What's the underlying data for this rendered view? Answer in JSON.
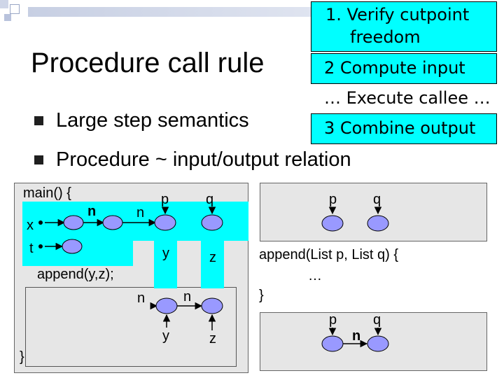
{
  "title": "Procedure call rule",
  "bullets": [
    "Large step semantics",
    "Procedure ~ input/output relation"
  ],
  "steps": {
    "s1_line1": "1. Verify cutpoint",
    "s1_line2": "freedom",
    "s2": "2  Compute input",
    "exec": "… Execute callee …",
    "s3": "3  Combine output"
  },
  "code": {
    "main_open": "main() {",
    "append_call": "append(y,z);",
    "close_brace": "}",
    "sig": "append(List p, List q) {",
    "ellipsis": "…",
    "sig_close": "}"
  },
  "vars": {
    "x": "x",
    "t": "t",
    "n": "n",
    "p": "p",
    "q": "q",
    "y": "y",
    "z": "z"
  },
  "colors": {
    "highlight": "#00ffff",
    "node": "#9999ff",
    "panel": "#e6e6e6"
  }
}
